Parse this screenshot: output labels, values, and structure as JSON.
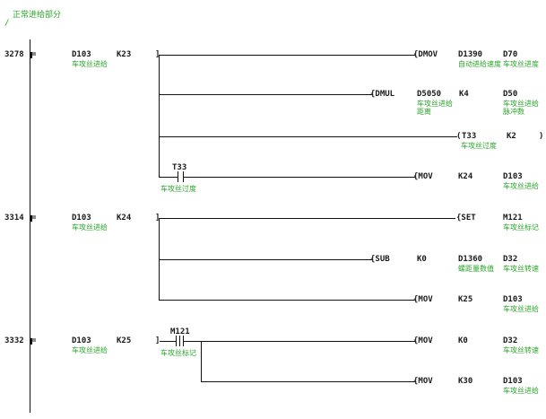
{
  "section_comment": "正常进给部分",
  "section_marker": "/",
  "rungs": [
    {
      "step": "3278",
      "condition": {
        "op": "=",
        "src": "D103",
        "src_comment": "车攻丝进给",
        "value": "K23"
      },
      "branches": [
        {
          "instr": "DMOV",
          "args": [
            {
              "text": "D1390",
              "comment": "自动进给速度"
            },
            {
              "text": "D70",
              "comment": "车攻丝进度"
            }
          ]
        },
        {
          "instr": "DMUL",
          "args": [
            {
              "text": "D5050",
              "comment": "车攻丝进给距离"
            },
            {
              "text": "K4",
              "comment": ""
            },
            {
              "text": "D50",
              "comment": "车攻丝进给脉冲数"
            }
          ]
        },
        {
          "instr": "T33",
          "args": [
            {
              "text": "K2",
              "comment": ""
            }
          ],
          "instr_comment": "车攻丝过度"
        },
        {
          "contact": "T33",
          "contact_comment": "车攻丝过度",
          "instr": "MOV",
          "args": [
            {
              "text": "K24",
              "comment": ""
            },
            {
              "text": "D103",
              "comment": "车攻丝进给"
            }
          ]
        }
      ]
    },
    {
      "step": "3314",
      "condition": {
        "op": "=",
        "src": "D103",
        "src_comment": "车攻丝进给",
        "value": "K24"
      },
      "branches": [
        {
          "instr": "SET",
          "args": [
            {
              "text": "M121",
              "comment": "车攻丝标记"
            }
          ]
        },
        {
          "instr": "SUB",
          "args": [
            {
              "text": "K0",
              "comment": ""
            },
            {
              "text": "D1360",
              "comment": "螺距量数值"
            },
            {
              "text": "D32",
              "comment": "车攻丝转速"
            }
          ]
        },
        {
          "instr": "MOV",
          "args": [
            {
              "text": "K25",
              "comment": ""
            },
            {
              "text": "D103",
              "comment": "车攻丝进给"
            }
          ]
        }
      ]
    },
    {
      "step": "3332",
      "condition": {
        "op": "=",
        "src": "D103",
        "src_comment": "车攻丝进给",
        "value": "K25"
      },
      "contact": {
        "text": "M121",
        "comment": "车攻丝标记"
      },
      "branches": [
        {
          "instr": "MOV",
          "args": [
            {
              "text": "K0",
              "comment": ""
            },
            {
              "text": "D32",
              "comment": "车攻丝转速"
            }
          ]
        },
        {
          "instr": "MOV",
          "args": [
            {
              "text": "K30",
              "comment": ""
            },
            {
              "text": "D103",
              "comment": "车攻丝进给"
            }
          ]
        }
      ]
    }
  ]
}
